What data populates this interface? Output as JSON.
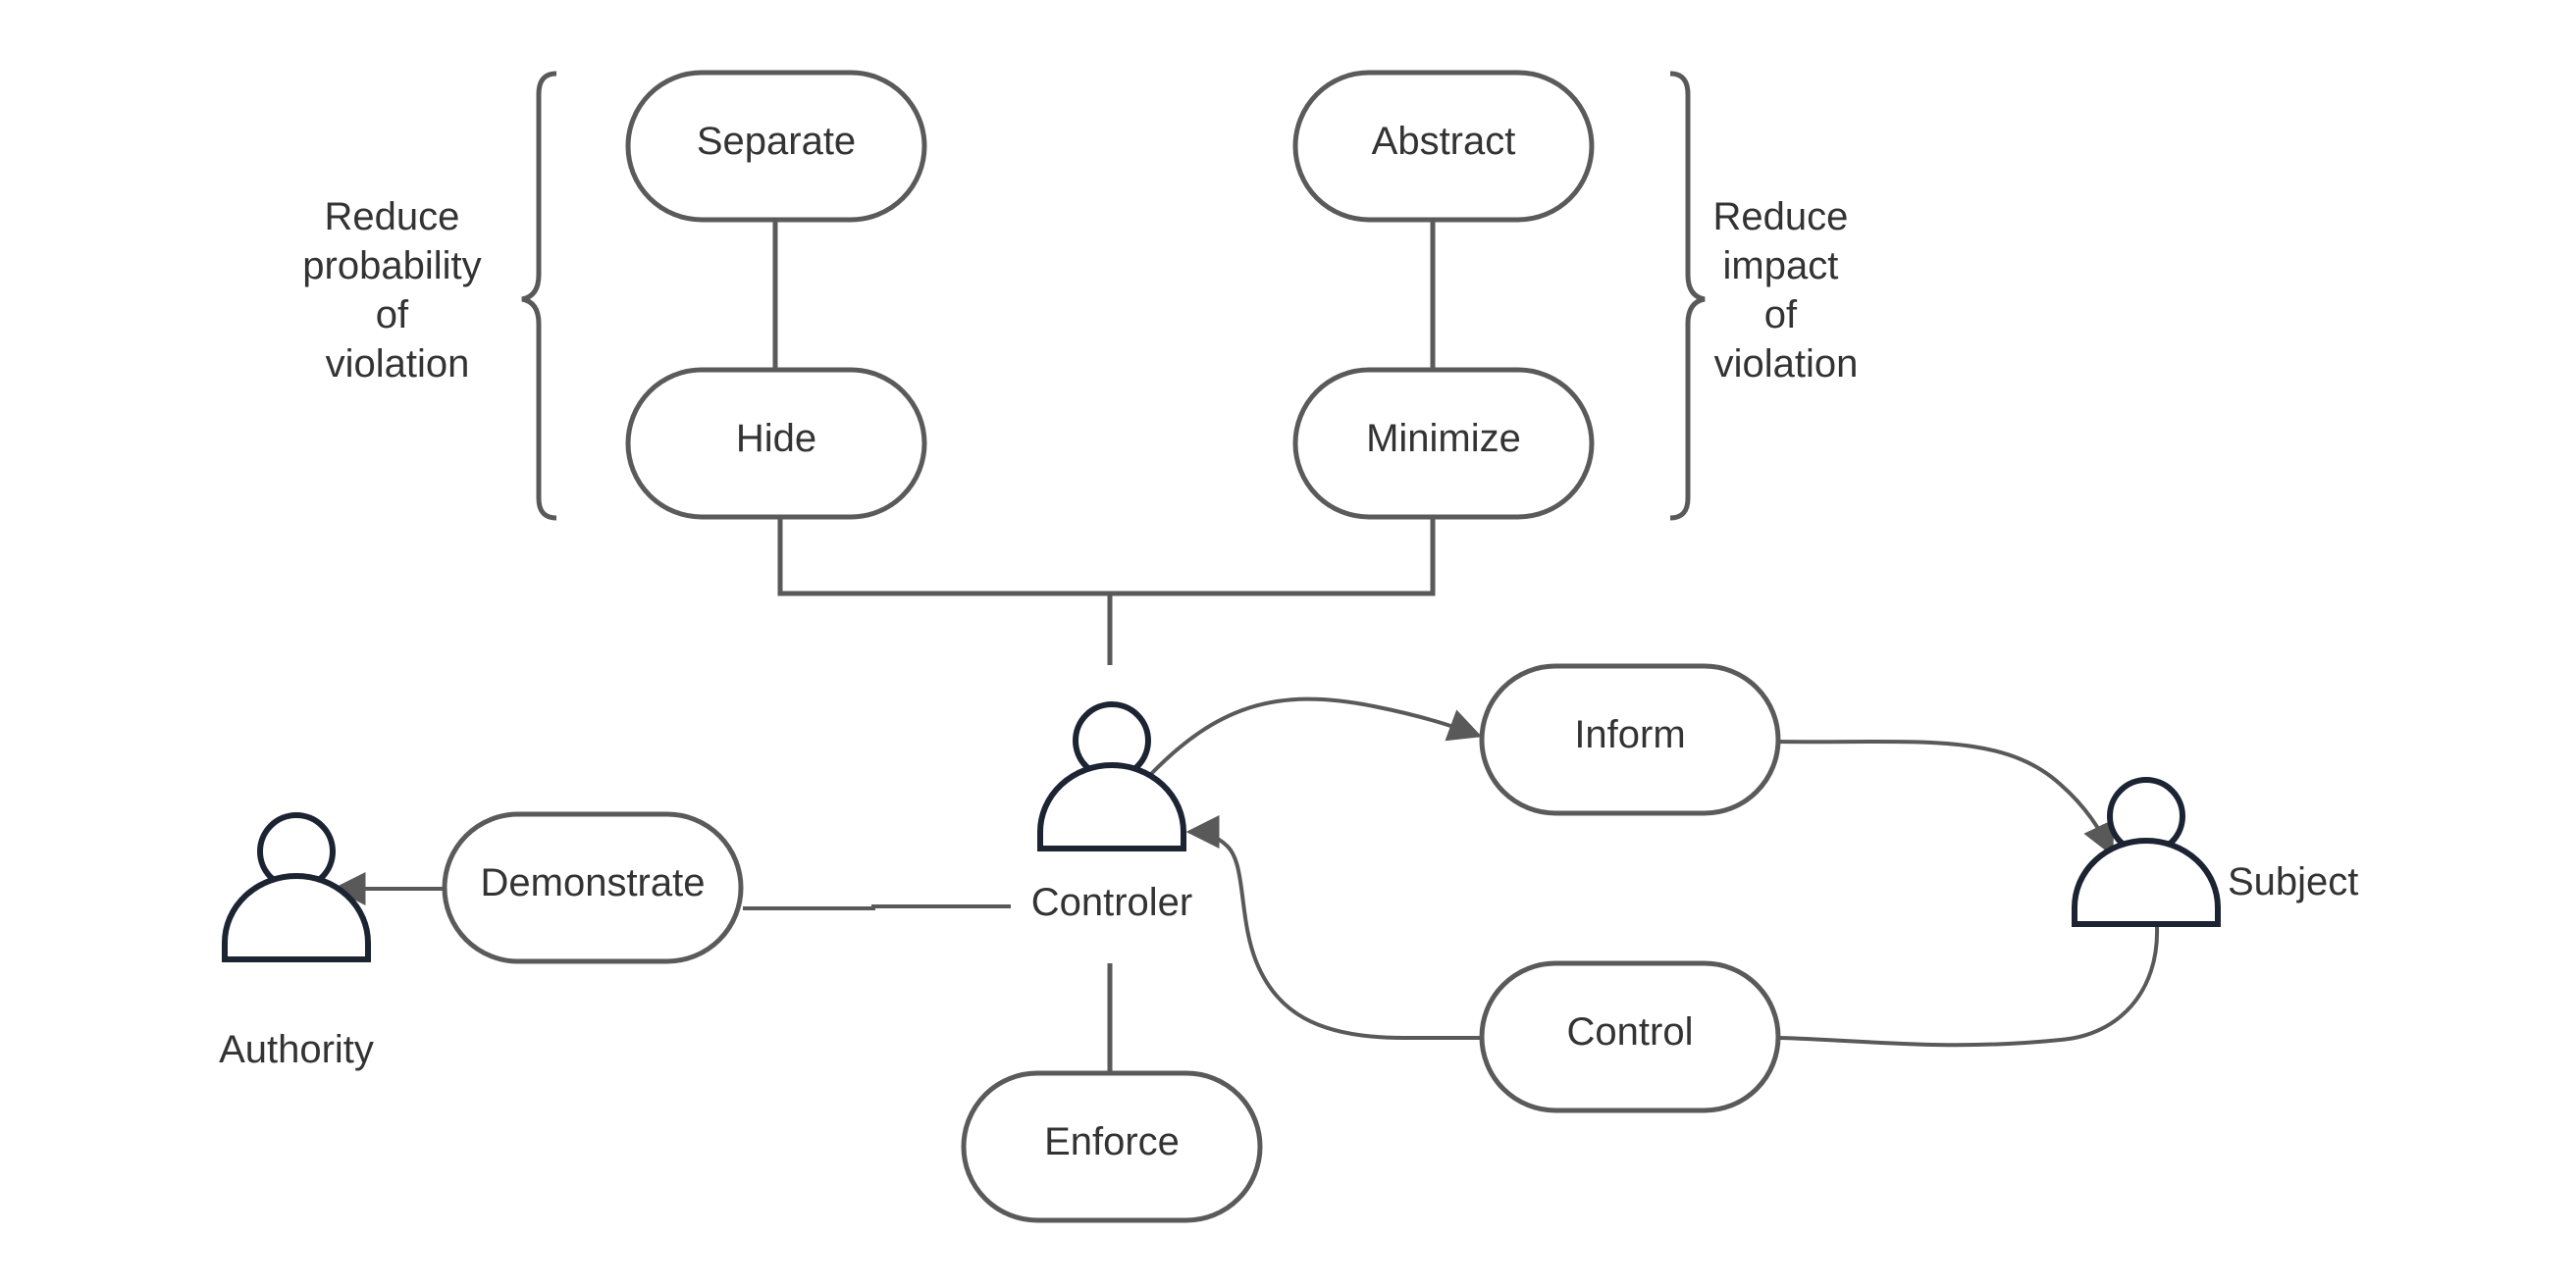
{
  "colors": {
    "background": "#ffffff",
    "node_stroke": "#5a5a5a",
    "connector": "#595959",
    "actor_stroke": "#1c2433",
    "text": "#333333"
  },
  "nodes": {
    "separate": "Separate",
    "abstract": "Abstract",
    "hide": "Hide",
    "minimize": "Minimize",
    "inform": "Inform",
    "demonstrate": "Demonstrate",
    "control": "Control",
    "enforce": "Enforce"
  },
  "annotations": {
    "left": [
      "Reduce",
      "probability",
      "of",
      "violation"
    ],
    "right": [
      "Reduce",
      "impact",
      "of",
      "violation"
    ]
  },
  "actors": {
    "controller": {
      "label": "Controler",
      "icon": "person-icon"
    },
    "authority": {
      "label": "Authority",
      "icon": "person-icon"
    },
    "subject": {
      "label": "Subject",
      "icon": "person-icon"
    }
  }
}
